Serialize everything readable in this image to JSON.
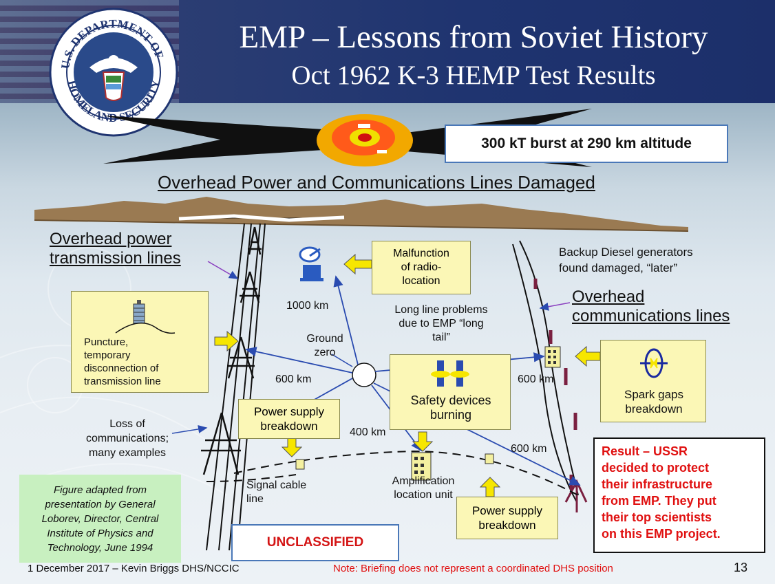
{
  "header": {
    "title": "EMP – Lessons from Soviet History",
    "subtitle": "Oct 1962   K-3 HEMP Test Results",
    "seal_text": "U.S. DEPARTMENT OF HOMELAND SECURITY"
  },
  "burst_label": "300 kT burst at 290 km altitude",
  "subheading": "Overhead Power and Communications Lines Damaged",
  "labels": {
    "overhead_power": [
      "Overhead power",
      "transmission lines"
    ],
    "overhead_comm": [
      "Overhead",
      "communications lines"
    ],
    "backup_diesel": [
      "Backup Diesel generators",
      "found damaged, “later”"
    ],
    "long_line": [
      "Long line problems",
      "due to EMP “long",
      "tail”"
    ],
    "ground_zero": [
      "Ground",
      "zero"
    ],
    "dist_1000": "1000 km",
    "dist_600_left": "600 km",
    "dist_600_right": "600 km",
    "dist_600_lower": "600 km",
    "dist_400": "400 km",
    "loss_comm": [
      "Loss of",
      "communications;",
      "many examples"
    ],
    "signal_cable": [
      "Signal cable",
      "line"
    ],
    "amplification": [
      "Amplification",
      "location unit"
    ]
  },
  "boxes": {
    "malfunction": [
      "Malfunction",
      "of radio-",
      "location"
    ],
    "puncture": [
      "Puncture,",
      "temporary",
      "disconnection  of",
      "transmission line"
    ],
    "power_supply_top": [
      "Power supply",
      "breakdown"
    ],
    "safety_devices": [
      "Safety devices",
      "burning"
    ],
    "spark_gaps": [
      "Spark gaps",
      "breakdown"
    ],
    "power_supply_bottom": [
      "Power supply",
      "breakdown"
    ]
  },
  "figure_note": [
    "Figure adapted from",
    "presentation by General",
    "Loborev, Director, Central",
    "Institute of Physics and",
    "Technology, June 1994"
  ],
  "unclassified": "UNCLASSIFIED",
  "result": [
    "Result – USSR",
    "decided to protect",
    "their infrastructure",
    "from EMP. They put",
    "their top scientists",
    "on this EMP project."
  ],
  "footer": {
    "left": "1 December 2017 – Kevin Briggs    DHS/NCCIC",
    "note": "Note: Briefing does not represent a coordinated DHS position",
    "page": "13"
  },
  "colors": {
    "header_blue": "#1f3470",
    "box_yellow": "#fbf7b6",
    "arrow_blue": "#2a4bb0",
    "result_red": "#e01010",
    "note_green": "#c8f0c0"
  }
}
